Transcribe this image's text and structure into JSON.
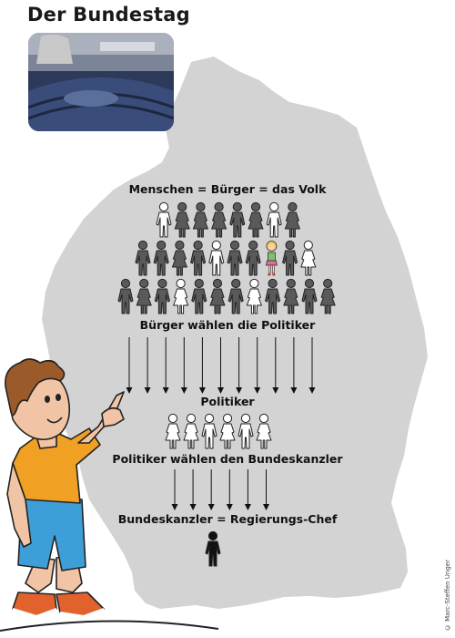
{
  "title": "Der Bundestag",
  "label_people": "Menschen = Bürger = das Volk",
  "label_voters": "Bürger wählen die Politiker",
  "label_politicians": "Politiker",
  "label_elect_chancellor": "Politiker wählen den Bundeskanzler",
  "label_chancellor": "Bundeskanzler = Regierungs-Chef",
  "credit": "© Marc-Steffen Unger",
  "colors": {
    "map": "#d3d3d3",
    "figure_dark": "#5a5a5a",
    "figure_light": "#ffffff",
    "outline": "#222222",
    "chancellor": "#111111"
  }
}
